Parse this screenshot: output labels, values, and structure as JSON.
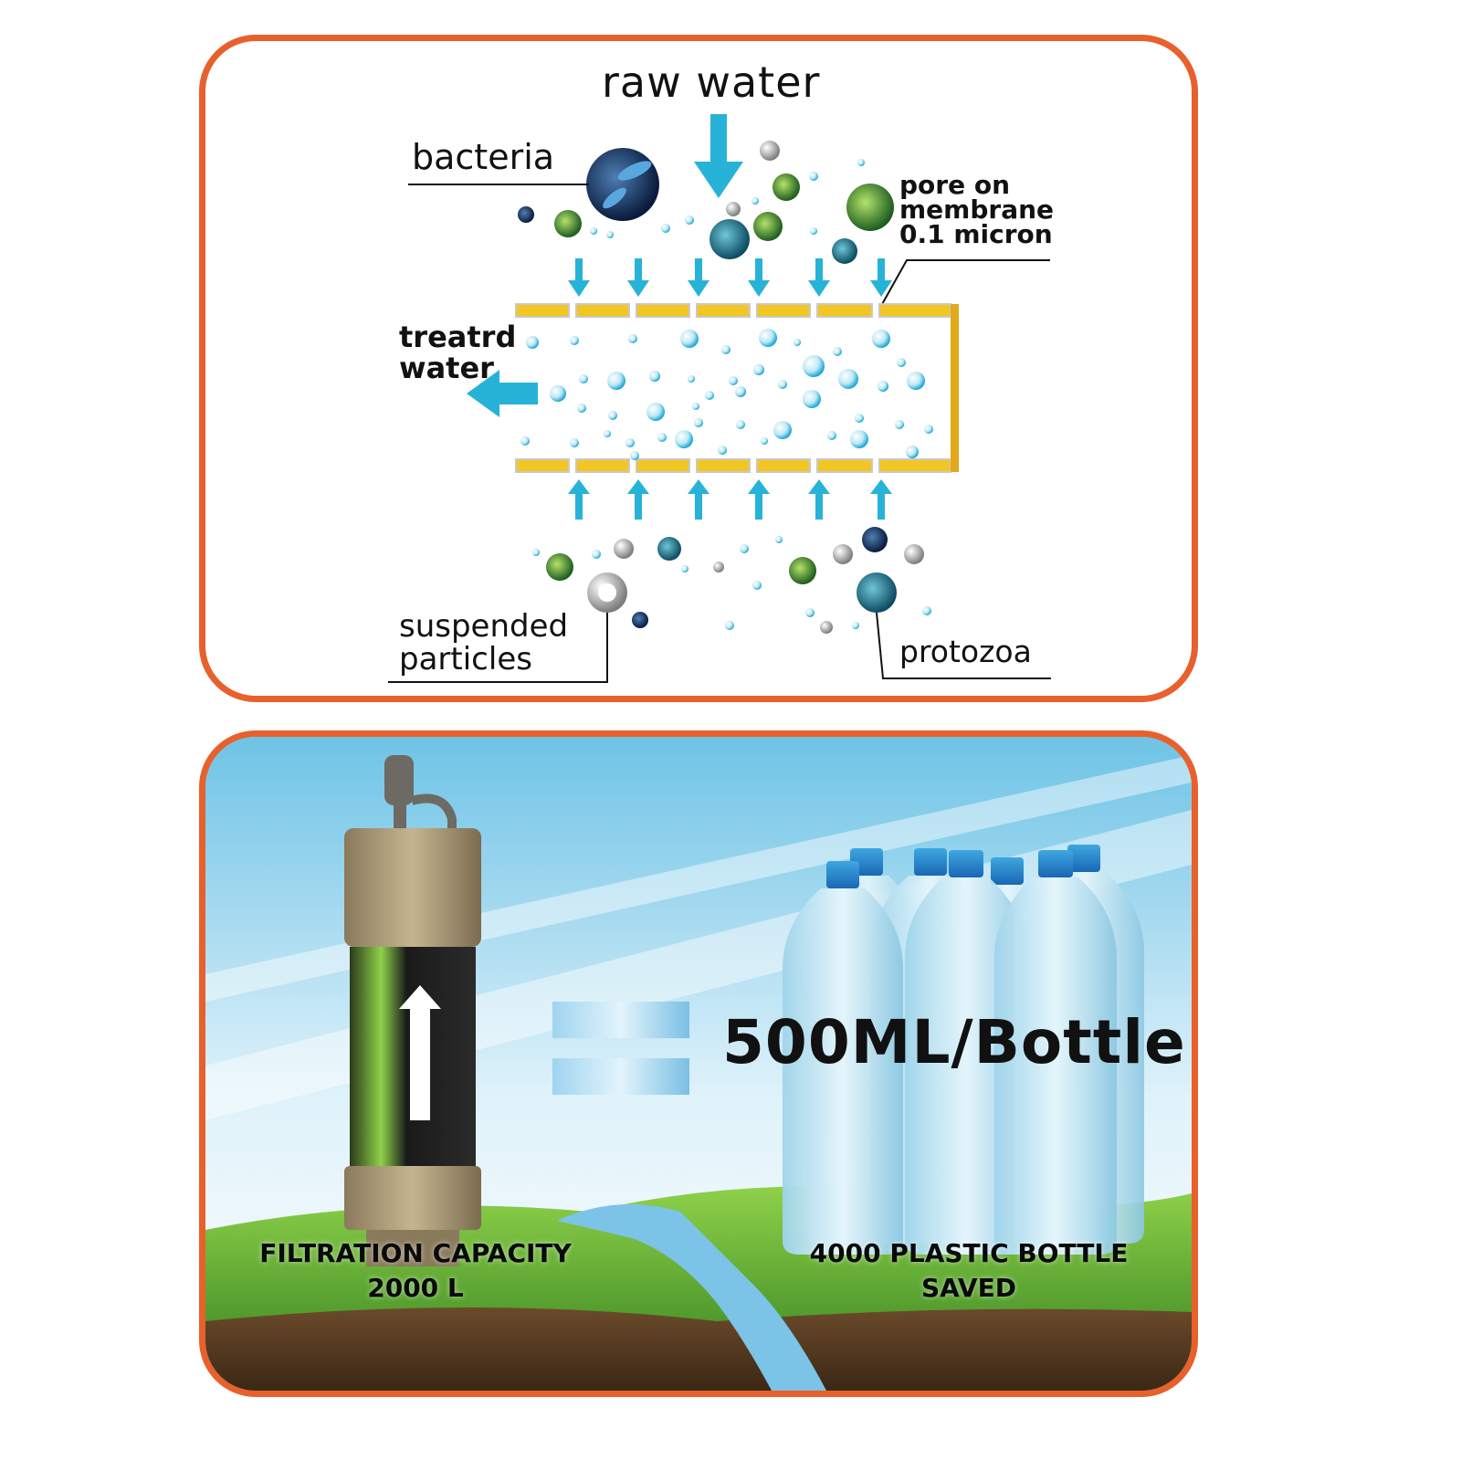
{
  "diagram": {
    "raw_water_label": "raw water",
    "bacteria_label": "bacteria",
    "pore_label_line1": "pore on",
    "pore_label_line2": "membrane",
    "pore_label_line3": "0.1 micron",
    "treated_label_line1": "treatrd",
    "treated_label_line2": "water",
    "suspended_label_line1": "suspended",
    "suspended_label_line2": "particles",
    "protozoa_label": "protozoa"
  },
  "capacity": {
    "bottle_label": "500ML/Bottle",
    "filtration_line1": "FILTRATION CAPACITY",
    "filtration_line2": "2000 L",
    "saved_line1": "4000 PLASTIC BOTTLE",
    "saved_line2": "SAVED"
  },
  "colors": {
    "frame_orange": "#e8602c",
    "arrow_blue": "#27b3d8",
    "membrane_yellow": "#f2c623",
    "sky_blue": "#bfe6f4",
    "grass_green": "#5aa82a"
  }
}
